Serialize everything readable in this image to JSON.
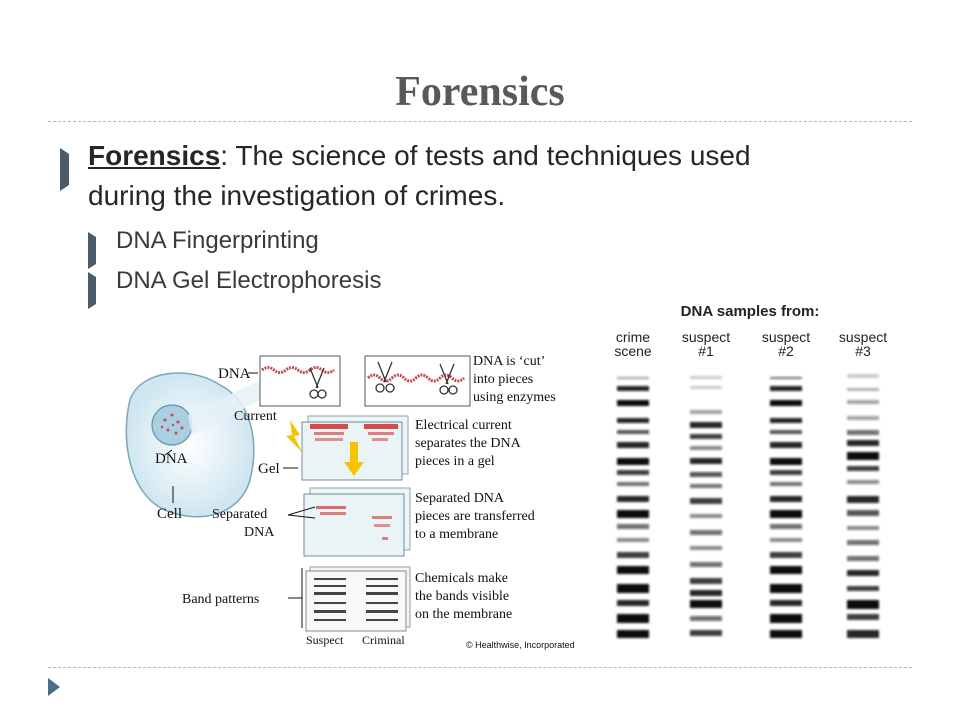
{
  "slide": {
    "title": "Forensics",
    "main_bullet": {
      "term": "Forensics",
      "colon": ":",
      "definition_line1": "The science of tests and techniques used",
      "definition_line2": "during the investigation of crimes."
    },
    "sub_bullets": [
      "DNA Fingerprinting",
      "DNA Gel Electrophoresis"
    ]
  },
  "diagram": {
    "labels": {
      "dna_top": "DNA",
      "current": "Current",
      "gel": "Gel",
      "dna_cell": "DNA",
      "cell": "Cell",
      "separated1": "Separated",
      "separated2": "DNA",
      "band_patterns": "Band patterns",
      "suspect": "Suspect",
      "criminal": "Criminal"
    },
    "captions": {
      "cut": [
        "DNA is ‘cut’",
        "into pieces",
        "using enzymes"
      ],
      "current": [
        "Electrical current",
        "separates the DNA",
        "pieces in a gel"
      ],
      "transfer": [
        "Separated DNA",
        "pieces are transferred",
        "to a membrane"
      ],
      "visible": [
        "Chemicals make",
        "the bands visible",
        "on the membrane"
      ]
    },
    "copyright": "© Healthwise, Incorporated"
  },
  "samples": {
    "heading": "DNA samples from:",
    "columns": [
      {
        "line1": "crime",
        "line2": "scene"
      },
      {
        "line1": "suspect",
        "line2": "#1"
      },
      {
        "line1": "suspect",
        "line2": "#2"
      },
      {
        "line1": "suspect",
        "line2": "#3"
      }
    ]
  },
  "colors": {
    "title": "#595959",
    "bullet_marker": "#4a5a66",
    "rule": "#a9bcc7",
    "gel_band": "#d94a4a"
  }
}
